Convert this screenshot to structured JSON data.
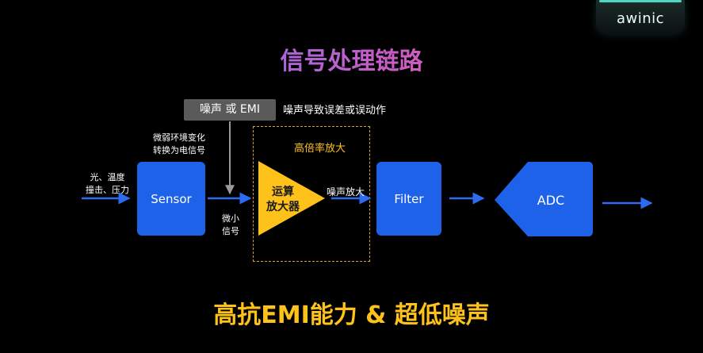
{
  "brand": "awinic",
  "title": "信号处理链路",
  "noise_source": "噪声 或 EMI",
  "noise_note": "噪声导致误差或误动作",
  "environment_note": [
    "微弱环境变化",
    "转换为电信号"
  ],
  "input_note": [
    "光、温度",
    "撞击、压力"
  ],
  "tiny_signal": [
    "微小",
    "信号"
  ],
  "gain_stage_label": "高倍率放大",
  "amp_label": [
    "运算",
    "放大器"
  ],
  "amp_output_label": "噪声放大",
  "blocks": {
    "sensor": "Sensor",
    "filter": "Filter",
    "adc": "ADC"
  },
  "bottom_text": "高抗EMI能力 & 超低噪声",
  "colors": {
    "block_blue": "#1f62ea",
    "amp_yellow": "#ffc21a",
    "arrow_blue": "#2d6cf0",
    "gray_arrow": "#9a9a9a"
  }
}
